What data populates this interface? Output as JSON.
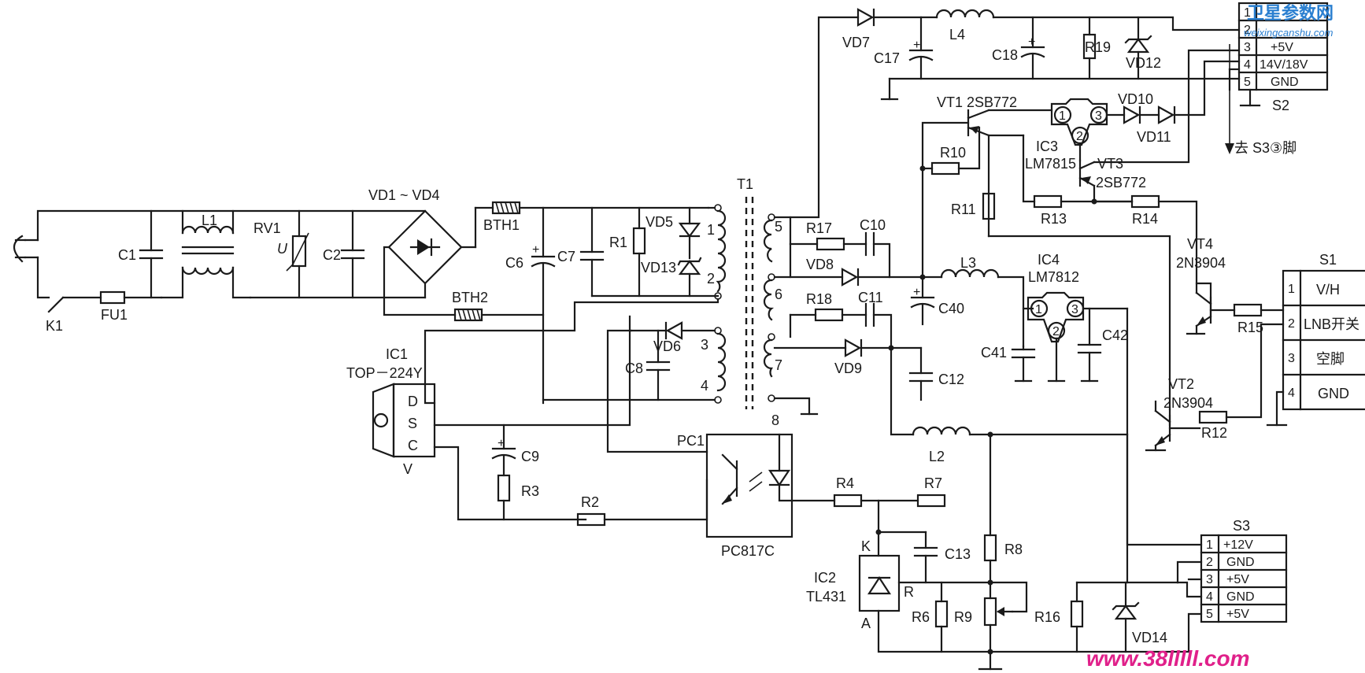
{
  "components": {
    "plug": "",
    "K1": "K1",
    "FU1": "FU1",
    "C1": "C1",
    "L1": "L1",
    "RV1": "RV1",
    "RV1_sym": "U",
    "C2": "C2",
    "VD1_4": "VD1 ~ VD4",
    "BTH1": "BTH1",
    "BTH2": "BTH2",
    "C6": "C6",
    "C7": "C7",
    "R1": "R1",
    "VD5": "VD5",
    "VD13": "VD13",
    "T1": "T1",
    "VD6": "VD6",
    "C8": "C8",
    "IC1": "IC1",
    "IC1_part": "TOP－224Y",
    "IC1_pin_D": "D",
    "IC1_pin_S": "S",
    "IC1_pin_C": "C",
    "IC1_pkg": "V",
    "C9": "C9",
    "R3": "R3",
    "R2": "R2",
    "PC1": "PC1",
    "PC1_part": "PC817C",
    "R4": "R4",
    "R7": "R7",
    "C13": "C13",
    "IC2": "IC2",
    "IC2_part": "TL431",
    "IC2_K": "K",
    "IC2_R": "R",
    "IC2_A": "A",
    "R6": "R6",
    "R8": "R8",
    "R9": "R9",
    "R16": "R16",
    "VD14": "VD14",
    "L2": "L2",
    "R17": "R17",
    "C10": "C10",
    "VD8": "VD8",
    "R18": "R18",
    "C11": "C11",
    "VD9": "VD9",
    "C12": "C12",
    "C40": "C40",
    "L3": "L3",
    "IC4": "IC4",
    "IC4_part": "LM7812",
    "C41": "C41",
    "C42": "C42",
    "VD7": "VD7",
    "L4": "L4",
    "C17": "C17",
    "C18": "C18",
    "R19": "R19",
    "VD12": "VD12",
    "VT1": "VT1 2SB772",
    "R10": "R10",
    "R11": "R11",
    "IC3": "IC3",
    "IC3_part": "LM7815",
    "VT3": "VT3",
    "VT3_part": "2SB772",
    "VD10": "VD10",
    "VD11": "VD11",
    "R13": "R13",
    "R14": "R14",
    "VT4": "VT4",
    "VT4_part": "2N3904",
    "R15": "R15",
    "VT2": "VT2",
    "VT2_part": "2N3904",
    "R12": "R12",
    "goto_S3": "去 S3③脚",
    "T1_pins": [
      "1",
      "2",
      "3",
      "4",
      "5",
      "6",
      "7",
      "8"
    ],
    "reg_pins": [
      "1",
      "2",
      "3"
    ]
  },
  "S2": {
    "label": "S2",
    "rows": [
      {
        "num": "1",
        "text": ""
      },
      {
        "num": "2",
        "text": ""
      },
      {
        "num": "3",
        "text": "+5V"
      },
      {
        "num": "4",
        "text": "14V/18V"
      },
      {
        "num": "5",
        "text": "GND"
      }
    ]
  },
  "S1": {
    "label": "S1",
    "rows": [
      {
        "num": "1",
        "text": "V/H"
      },
      {
        "num": "2",
        "text": "LNB开关"
      },
      {
        "num": "3",
        "text": "空脚"
      },
      {
        "num": "4",
        "text": "GND"
      }
    ]
  },
  "S3": {
    "label": "S3",
    "rows": [
      {
        "num": "1",
        "text": "+12V"
      },
      {
        "num": "2",
        "text": "GND"
      },
      {
        "num": "3",
        "text": "+5V"
      },
      {
        "num": "4",
        "text": "GND"
      },
      {
        "num": "5",
        "text": "+5V"
      }
    ]
  },
  "watermarks": {
    "top_cn": "卫星参数网",
    "top_url": "weixingcanshu.com",
    "bottom_url": "www.38lllll.com"
  },
  "colors": {
    "ink": "#1a1a1a",
    "watermark_blue": "#2a7fd0",
    "watermark_pink": "#e0208a"
  }
}
